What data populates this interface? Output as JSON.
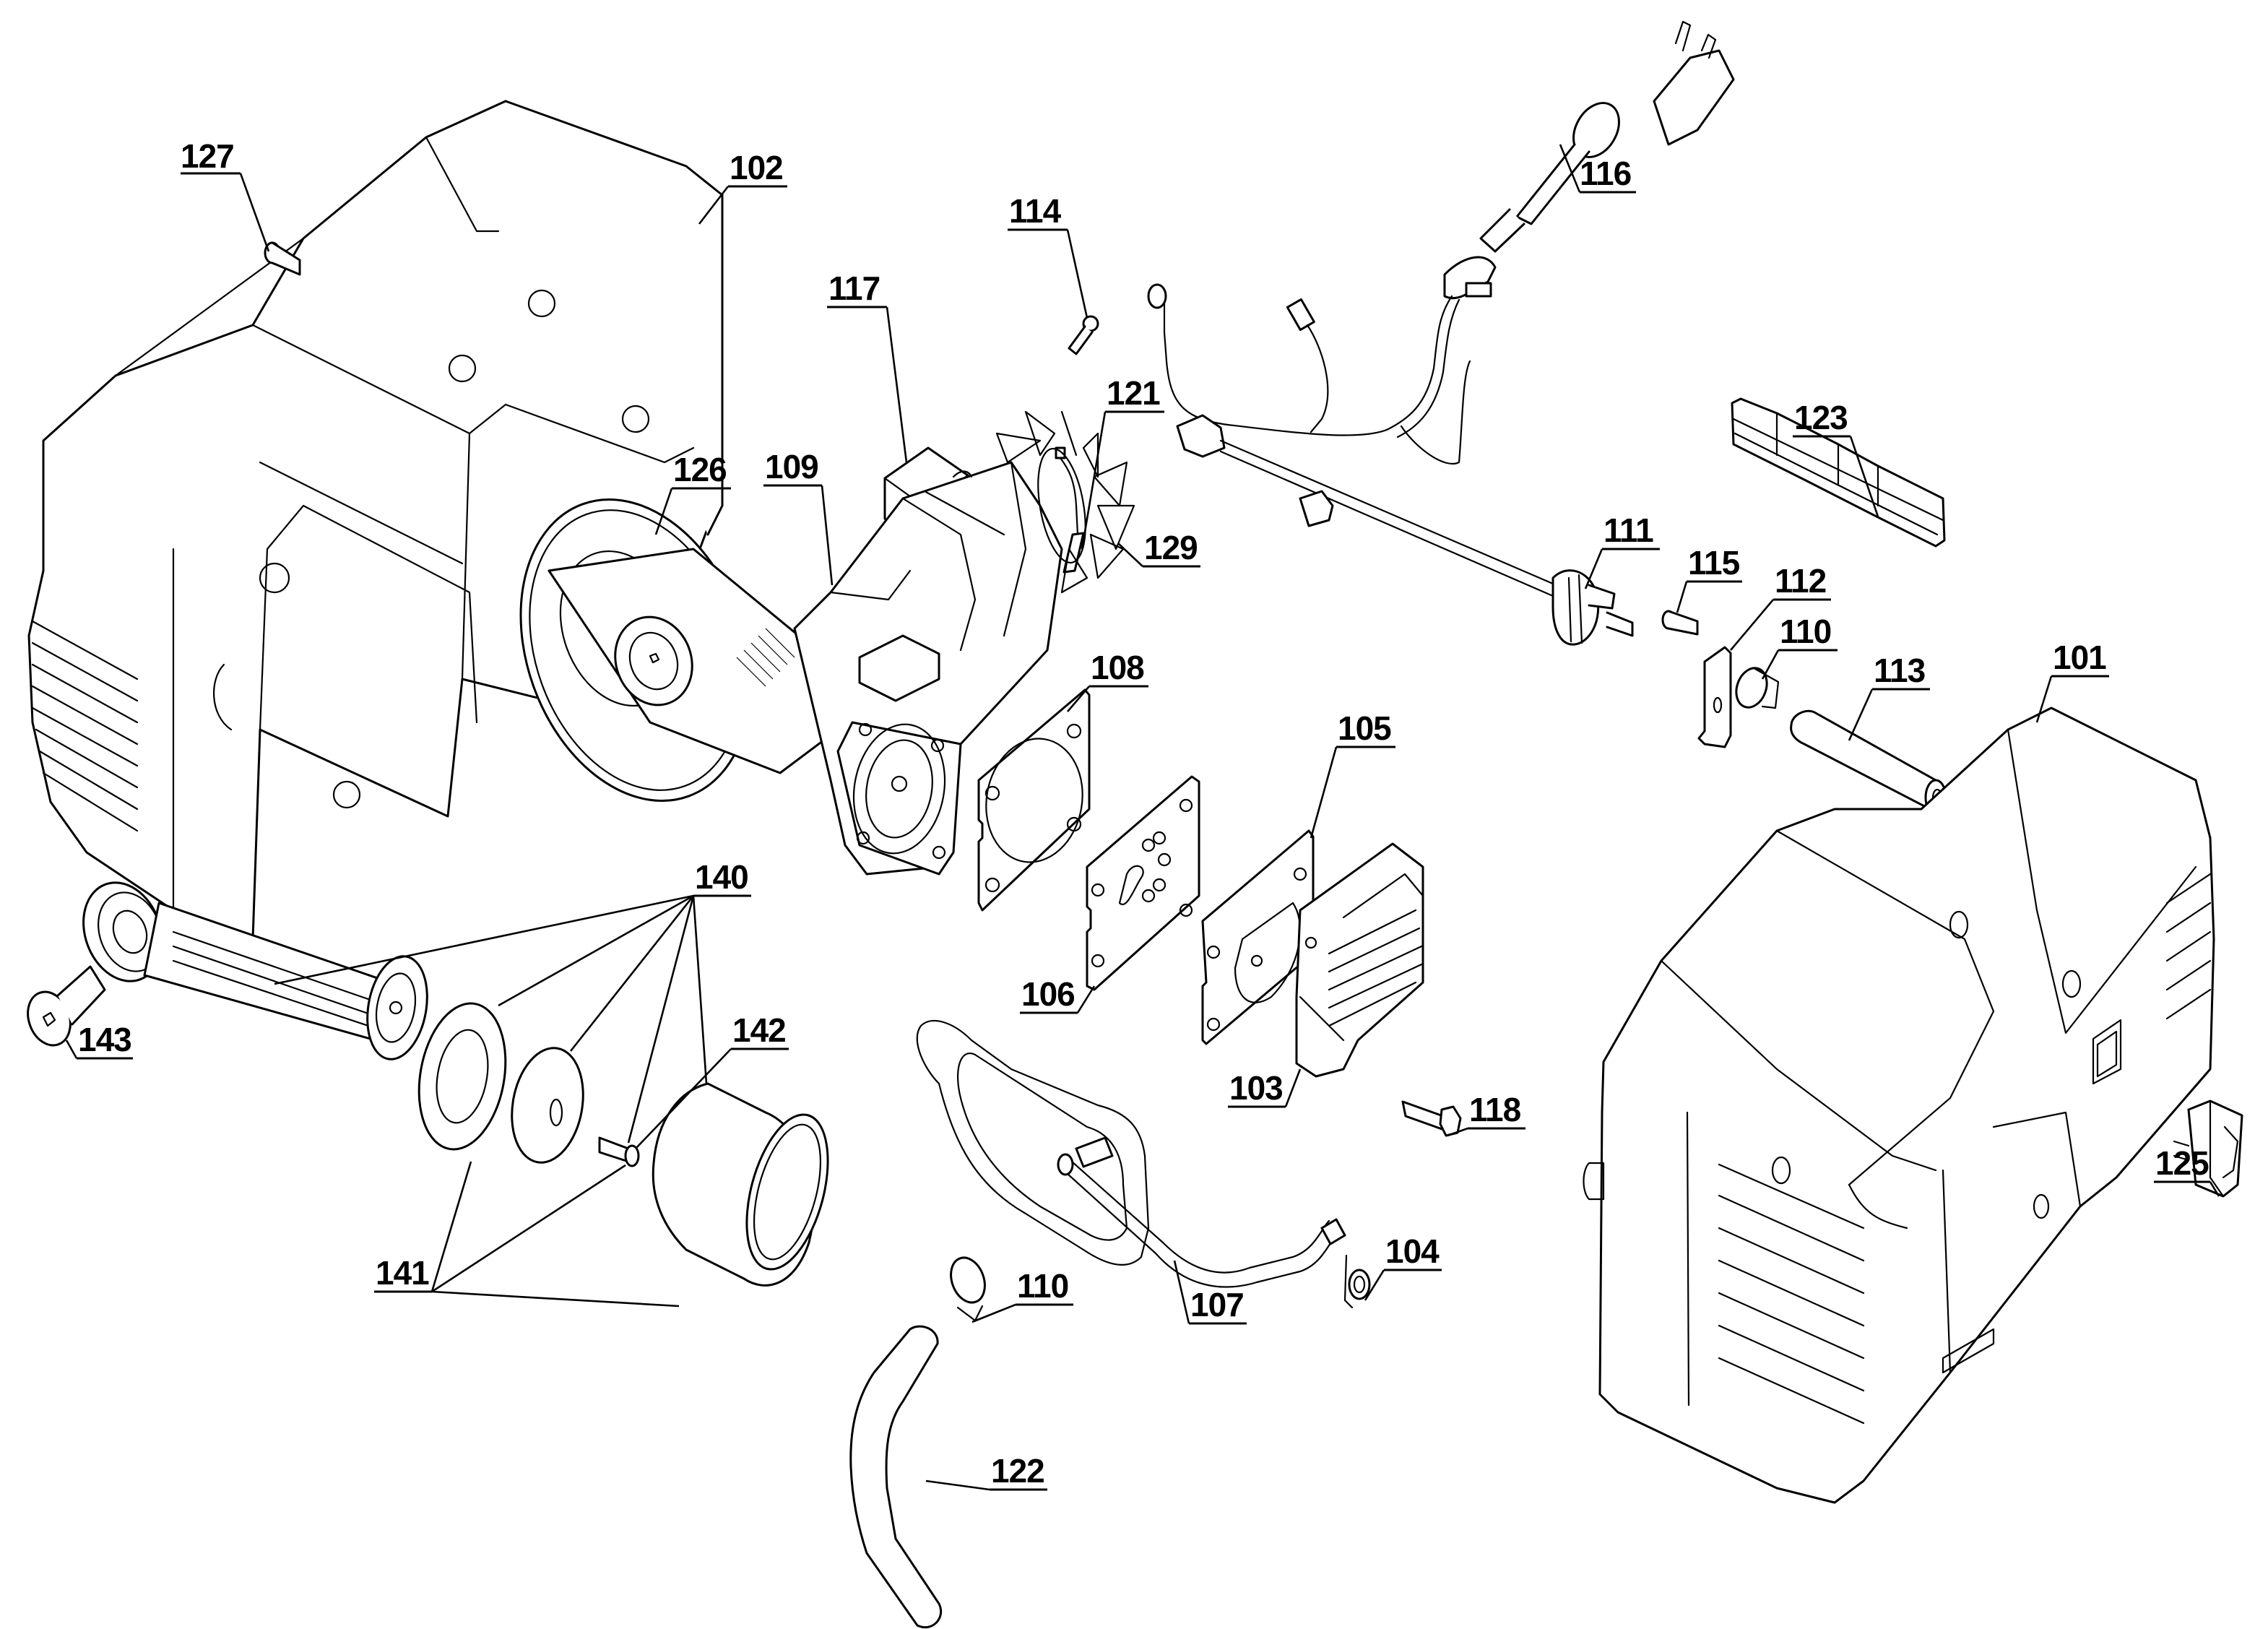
{
  "diagram": {
    "type": "exploded-parts-diagram",
    "subject": "air compressor",
    "callouts": [
      {
        "id": "c127",
        "label": "127",
        "part": "screw"
      },
      {
        "id": "c102",
        "label": "102",
        "part": "rear housing shell"
      },
      {
        "id": "c114",
        "label": "114",
        "part": "screw"
      },
      {
        "id": "c117",
        "label": "117",
        "part": "foam pad"
      },
      {
        "id": "c116",
        "label": "116",
        "part": "power cord with plug"
      },
      {
        "id": "c121",
        "label": "121",
        "part": "wire lead"
      },
      {
        "id": "c123",
        "label": "123",
        "part": "handle grip insert"
      },
      {
        "id": "c126",
        "label": "126",
        "part": "belt pulley / drive belt"
      },
      {
        "id": "c109",
        "label": "109",
        "part": "motor / pump assembly"
      },
      {
        "id": "c129",
        "label": "129",
        "part": "cooling fan"
      },
      {
        "id": "c111",
        "label": "111",
        "part": "pressure switch with leads"
      },
      {
        "id": "c115",
        "label": "115",
        "part": "screw"
      },
      {
        "id": "c112",
        "label": "112",
        "part": "bracket"
      },
      {
        "id": "c110a",
        "label": "110",
        "part": "hose clamp"
      },
      {
        "id": "c113",
        "label": "113",
        "part": "tube"
      },
      {
        "id": "c101",
        "label": "101",
        "part": "front housing shell"
      },
      {
        "id": "c108",
        "label": "108",
        "part": "gasket"
      },
      {
        "id": "c105",
        "label": "105",
        "part": "gasket"
      },
      {
        "id": "c140",
        "label": "140",
        "part": "connecting rod assembly"
      },
      {
        "id": "c106",
        "label": "106",
        "part": "valve plate"
      },
      {
        "id": "c142",
        "label": "142",
        "part": "screw"
      },
      {
        "id": "c143",
        "label": "143",
        "part": "screw"
      },
      {
        "id": "c103",
        "label": "103",
        "part": "cylinder head"
      },
      {
        "id": "c118",
        "label": "118",
        "part": "bolt"
      },
      {
        "id": "c125",
        "label": "125",
        "part": "rocker switch"
      },
      {
        "id": "c141",
        "label": "141",
        "part": "piston cup / retainer / cylinder"
      },
      {
        "id": "c104",
        "label": "104",
        "part": "spring clip"
      },
      {
        "id": "c110b",
        "label": "110",
        "part": "hose clamp"
      },
      {
        "id": "c107",
        "label": "107",
        "part": "outlet tube"
      },
      {
        "id": "c122",
        "label": "122",
        "part": "hose"
      }
    ]
  }
}
